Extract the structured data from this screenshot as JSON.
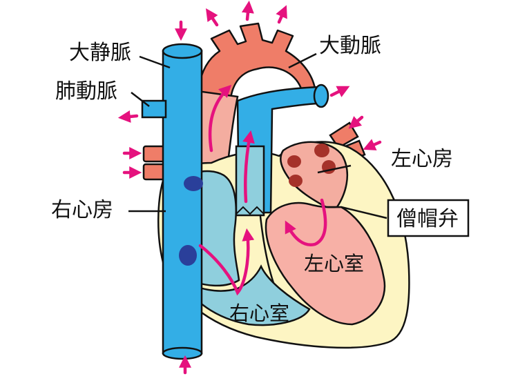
{
  "labels": {
    "superior_vena_cava": "大静脈",
    "aorta": "大動脈",
    "pulmonary_artery": "肺動脈",
    "left_atrium": "左心房",
    "mitral_valve": "僧帽弁",
    "right_atrium": "右心房",
    "left_ventricle": "左心室",
    "right_ventricle": "右心室"
  },
  "colors": {
    "vein_blue": "#33aee6",
    "artery_red": "#ef7d68",
    "atrium_pink": "#f4ada0",
    "ventricle_pink": "#f7b0a6",
    "heart_wall": "#fdf5c3",
    "right_chamber": "#8fcfdd",
    "dark_spot_blue": "#2a3f9a",
    "dark_spot_red": "#a5322a",
    "flow_arrow": "#e5127e",
    "outline": "#111111"
  }
}
